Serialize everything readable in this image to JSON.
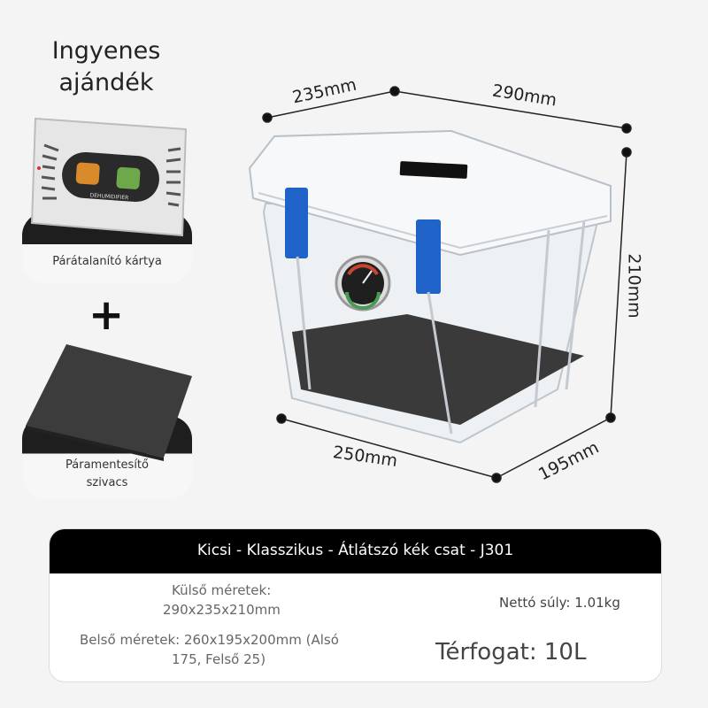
{
  "gift": {
    "title": "Ingyenes ajándék",
    "card_label": "Párátalanító kártya",
    "card_center_text": "DEHUMIDIFIER",
    "sponge_label_line1": "Páramentesítő",
    "sponge_label_line2": "szivacs",
    "plus": "+"
  },
  "dimensions": {
    "top_depth": "235mm",
    "top_width": "290mm",
    "height": "210mm",
    "bottom_width": "250mm",
    "bottom_depth": "195mm"
  },
  "info": {
    "header": "Kicsi - Klasszikus - Átlátszó kék csat - J301",
    "outer_line1": "Külső méretek:",
    "outer_line2": "290x235x210mm",
    "inner_line1": "Belső méretek: 260x195x200mm (Alsó",
    "inner_line2": "175, Felső 25)",
    "weight": "Nettó súly: 1.01kg",
    "volume": "Térfogat: 10L"
  },
  "colors": {
    "latch": "#1f63c9",
    "dark": "#1e1e1e",
    "sponge": "#3a3a3a"
  }
}
